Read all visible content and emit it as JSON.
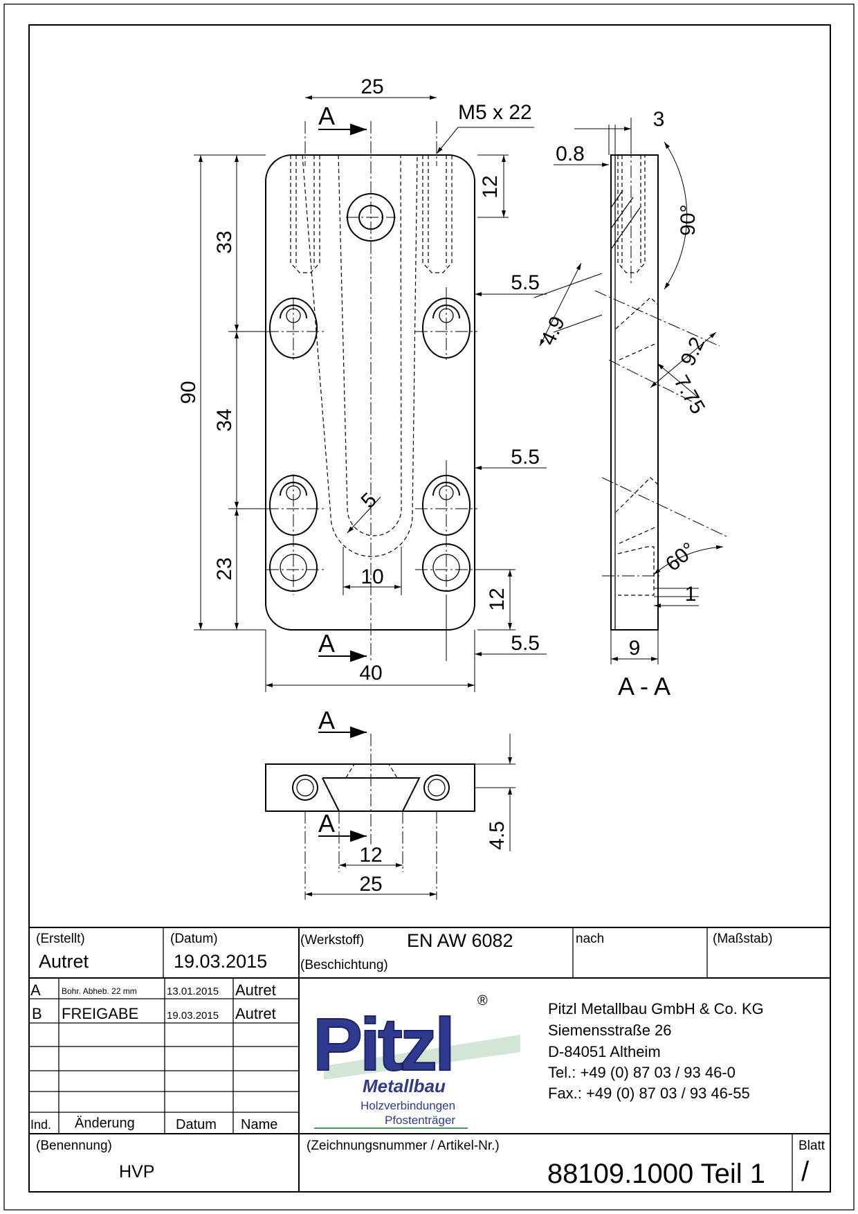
{
  "drawing": {
    "dimensions": {
      "top_25": "25",
      "thread": "M5 x 22",
      "d12_top": "12",
      "d33": "33",
      "d90": "90",
      "d34": "34",
      "d23": "23",
      "d55_a": "5.5",
      "d55_b": "5.5",
      "d55_c": "5.5",
      "d12_bottom": "12",
      "d10": "10",
      "d5": "5",
      "d40": "40",
      "section_0_8": "0.8",
      "section_3": "3",
      "section_90deg": "90°",
      "section_4_9": "4.9",
      "section_9_2": "9.2",
      "section_7_75": "7.75",
      "section_60deg": "60°",
      "section_1": "1",
      "section_9": "9",
      "bottom_12": "12",
      "bottom_25": "25",
      "bottom_4_5": "4.5"
    },
    "section_markers": {
      "a1": "A",
      "a2": "A",
      "a3": "A",
      "a4": "A"
    },
    "section_title": "A - A"
  },
  "title_block": {
    "created_label": "(Erstellt)",
    "created_value": "Autret",
    "date_label": "(Datum)",
    "date_value": "19.03.2015",
    "material_label": "(Werkstoff)",
    "material_value": "EN AW 6082",
    "coating_label": "(Beschichtung)",
    "after_label": "nach",
    "scale_label": "(Maßstab)",
    "revisions": [
      {
        "ind": "A",
        "change": "Bohr. Abheb. 22 mm",
        "date": "13.01.2015",
        "name": "Autret"
      },
      {
        "ind": "B",
        "change": "FREIGABE",
        "date": "19.03.2015",
        "name": "Autret"
      }
    ],
    "rev_header_ind": "Ind.",
    "rev_header_change": "Änderung",
    "rev_header_date": "Datum",
    "rev_header_name": "Name",
    "logo_word": "Pitzl",
    "logo_registered": "®",
    "logo_sub": "Metallbau",
    "logo_line1": "Holzverbindungen",
    "logo_line2": "Pfostenträger",
    "company_name": "Pitzl Metallbau GmbH & Co. KG",
    "company_street": "Siemensstraße 26",
    "company_city": "D-84051 Altheim",
    "company_tel": "Tel.:  +49 (0) 87 03 / 93 46-0",
    "company_fax": "Fax.: +49 (0) 87 03 / 93 46-55",
    "name_label": "(Benennung)",
    "name_value": "HVP",
    "number_label": "(Zeichnungsnummer / Artikel-Nr.)",
    "number_value": "88109.1000 Teil 1",
    "sheet_label": "Blatt",
    "sheet_value": "/"
  },
  "colors": {
    "logo_blue": "#2f3a8f",
    "logo_green": "#4c9a5a"
  }
}
